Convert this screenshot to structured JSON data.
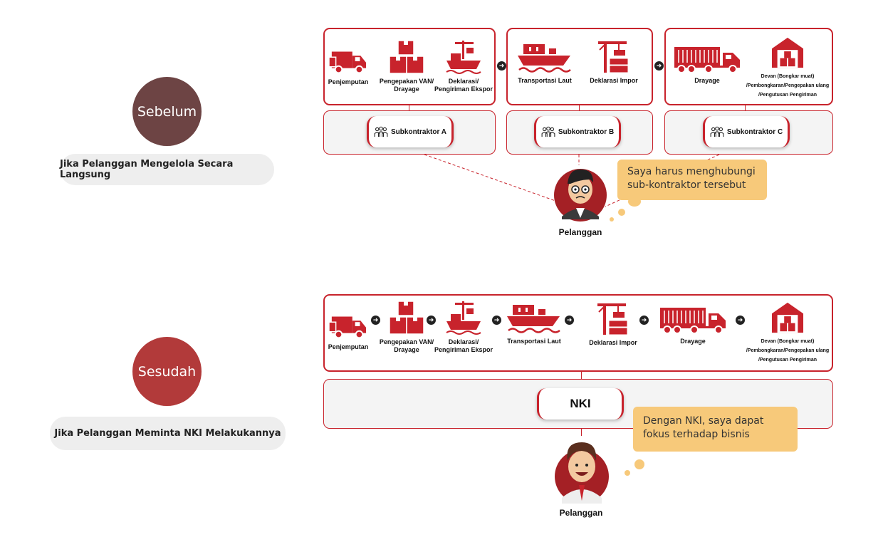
{
  "before": {
    "badge": "Sebelum",
    "caption": "Jika Pelanggan Mengelola Secara Langsung",
    "steps": {
      "pickup": "Penjemputan",
      "packing": "Pengepakan VAN/ Drayage",
      "export": "Deklarasi/ Pengiriman Ekspor",
      "sea": "Transportasi Laut",
      "import": "Deklarasi Impor",
      "drayage": "Drayage",
      "devan1": "Devan (Bongkar muat)",
      "devan2": "/Pembongkaran/Pengepakan ulang",
      "devan3": "/Pengutusan Pengiriman"
    },
    "subcontractors": [
      "Subkontraktor A",
      "Subkontraktor B",
      "Subkontraktor C"
    ],
    "bubble_line1": "Saya harus menghubungi",
    "bubble_line2": "sub-kontraktor tersebut",
    "person_label": "Pelanggan"
  },
  "after": {
    "badge": "Sesudah",
    "caption": "Jika Pelanggan Meminta NKI Melakukannya",
    "steps": {
      "pickup": "Penjemputan",
      "packing": "Pengepakan VAN/ Drayage",
      "export": "Deklarasi/ Pengiriman Ekspor",
      "sea": "Transportasi Laut",
      "import": "Deklarasi Impor",
      "drayage": "Drayage",
      "devan1": "Devan (Bongkar muat)",
      "devan2": "/Pembongkaran/Pengepakan ulang",
      "devan3": "/Pengutusan Pengiriman"
    },
    "provider": "NKI",
    "bubble_line1": "Dengan NKI, saya dapat",
    "bubble_line2": "fokus terhadap bisnis",
    "person_label": "Pelanggan"
  },
  "colors": {
    "accent": "#c8232c",
    "before_badge": "#6d4444",
    "after_badge": "#b23a3a",
    "bubble": "#f7c97a"
  },
  "icons": [
    "truck-icon",
    "boxes-icon",
    "ship-crane-icon",
    "cargo-ship-icon",
    "crane-icon",
    "container-truck-icon",
    "warehouse-icon",
    "team-icon",
    "arrow-right-icon"
  ]
}
